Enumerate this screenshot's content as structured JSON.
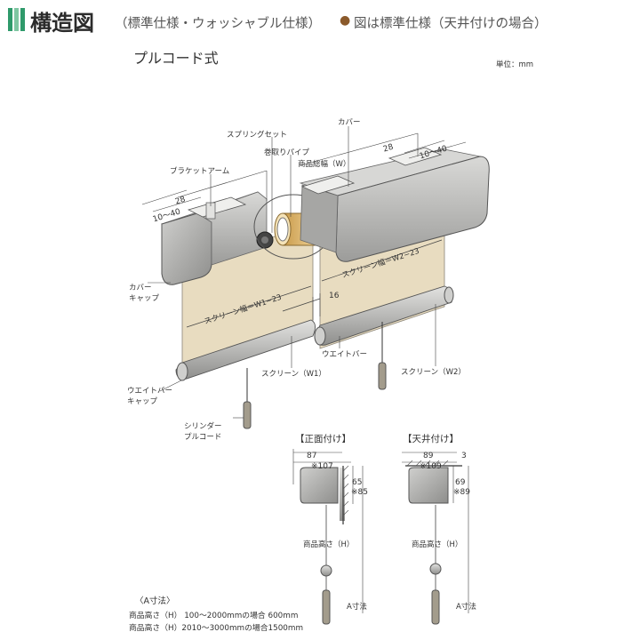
{
  "header": {
    "icon": "title-bar-icon",
    "title": "構造図",
    "spec": "（標準仕様・ウォッシャブル仕様）",
    "bullet": "●",
    "note": "図は標準仕様（天井付けの場合）"
  },
  "subtitle": "プルコード式",
  "unit": "単位：mm",
  "colors": {
    "accent_green": "#2f9a6b",
    "bullet_brown": "#8b5a2b",
    "screen_beige": "#e8dcc0",
    "cover_gray": "#b6b6b4"
  },
  "labels": {
    "spring_set": "スプリングセット",
    "cover_top": "カバー",
    "bracket_arm": "ブラケットアーム",
    "roll_pipe": "巻取りパイプ",
    "product_width": "商品総幅（W）",
    "cover_cap": "カバー\nキャップ",
    "screen_w1": "スクリーン（W1）",
    "weight_bar": "ウエイトバー",
    "screen_w2": "スクリーン（W2）",
    "weight_bar_cap": "ウエイトバー\nキャップ",
    "cylinder_cord": "シリンダー\nプルコード",
    "screen_width_w1": "スクリーン幅＝W1−23",
    "screen_width_w2": "スクリーン幅＝W2−23"
  },
  "dims": {
    "left_28": "28",
    "left_10_40": "10～40",
    "right_28": "28",
    "right_10_40": "10～40",
    "gap_16": "16"
  },
  "front_mount": {
    "title": "【正面付け】",
    "d87": "87",
    "d107": "※107",
    "d65": "65",
    "d85": "※85",
    "height": "商品高さ（H）",
    "a_dim": "A寸法"
  },
  "ceiling_mount": {
    "title": "【天井付け】",
    "d89": "89",
    "d109": "※109",
    "d3": "3",
    "d69": "69",
    "d89v": "※89",
    "height": "商品高さ（H）",
    "a_dim": "A寸法"
  },
  "a_note": {
    "title": "〈A寸法〉",
    "line1": "商品高さ（H）  100～2000mmの場合 600mm",
    "line2": "商品高さ（H）2010～3000mmの場合1500mm"
  }
}
